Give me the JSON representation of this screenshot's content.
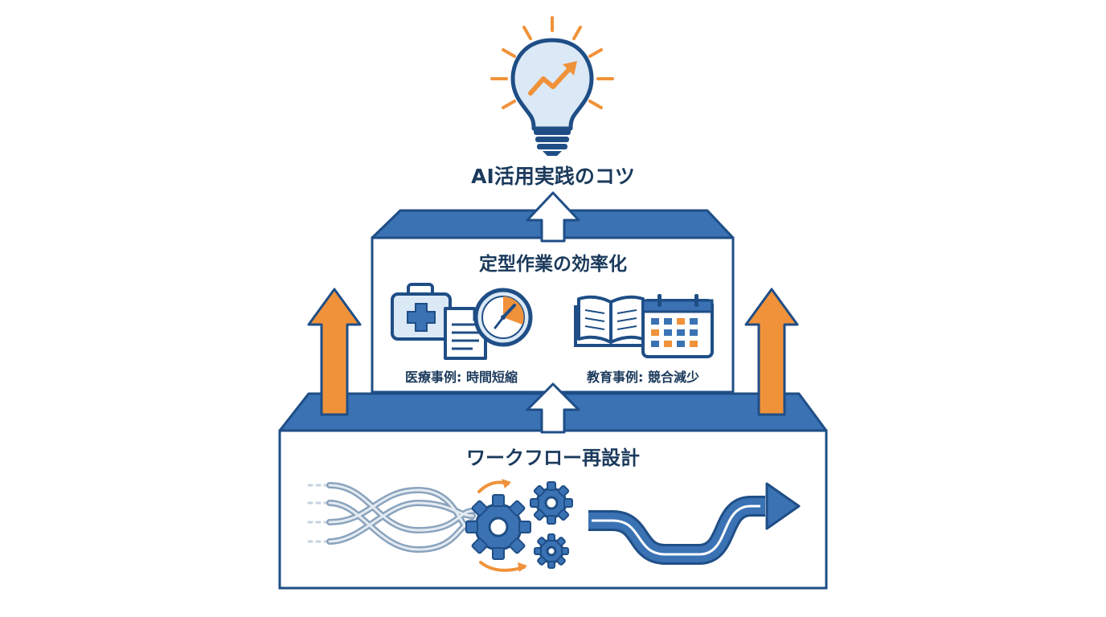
{
  "title": "AI活用実践のコツ",
  "middle_layer": {
    "title": "定型作業の効率化",
    "case_medical": "医療事例: 時間短縮",
    "case_education": "教育事例: 競合減少"
  },
  "bottom_layer": {
    "title": "ワークフロー再設計"
  },
  "colors": {
    "navy": "#1f4e86",
    "blue": "#3a72b4",
    "light_blue": "#dbe9f6",
    "orange": "#f0923a",
    "text": "#1b3a5c"
  },
  "icons": [
    "lightbulb-icon",
    "growth-arrow-icon",
    "medical-kit-icon",
    "document-icon",
    "clock-icon",
    "open-book-icon",
    "calendar-icon",
    "tangled-lines-icon",
    "gears-icon",
    "flow-arrow-icon"
  ]
}
